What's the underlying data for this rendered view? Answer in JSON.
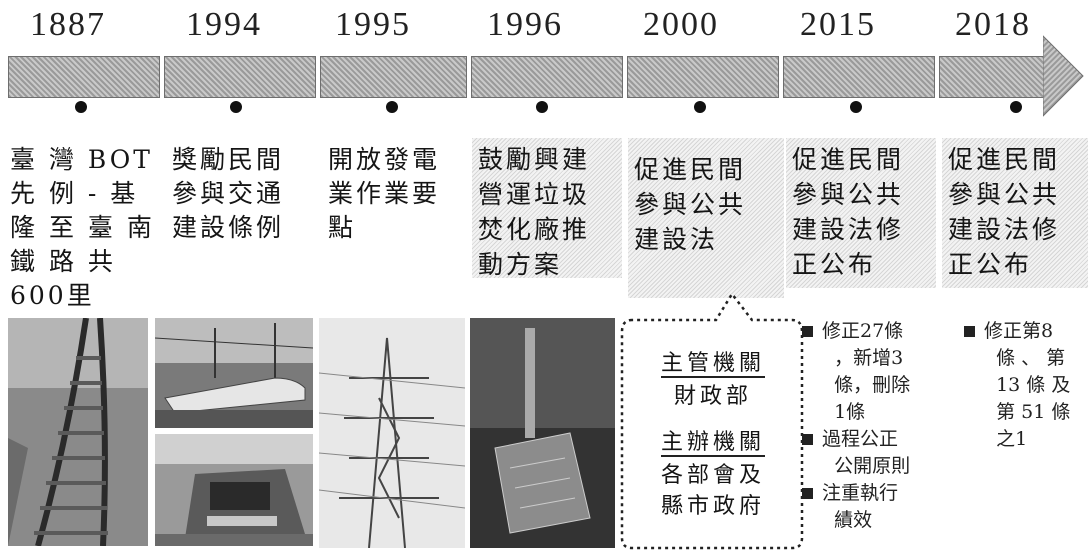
{
  "timeline": {
    "milestones": [
      {
        "year": "1887",
        "text": "臺 灣 BOT\n先 例 - 基\n隆 至 臺 南\n鐵 路 共\n600里"
      },
      {
        "year": "1994",
        "text": "獎勵民間\n參與交通\n建設條例"
      },
      {
        "year": "1995",
        "text": "開放發電\n業作業要\n點"
      },
      {
        "year": "1996",
        "text": "鼓勵興建\n營運垃圾\n焚化廠推\n動方案"
      },
      {
        "year": "2000",
        "text": "促進民間\n參與公共\n建設法"
      },
      {
        "year": "2015",
        "text": "促進民間\n參與公共\n建設法修\n正公布"
      },
      {
        "year": "2018",
        "text": "促進民間\n參與公共\n建設法修\n正公布"
      }
    ]
  },
  "callout": {
    "authority_label": "主管機關",
    "authority_value": "財政部",
    "organizer_label": "主辦機關",
    "organizer_value_line1": "各部會及",
    "organizer_value_line2": "縣市政府"
  },
  "notes_2015": [
    "修正27條\n  ，新增3\n  條，刪除\n  1條",
    "過程公正\n  公開原則",
    "注重執行\n  績效"
  ],
  "notes_2018": [
    "修正第8\n  條 、 第\n  13 條 及\n  第 51 條\n  之1"
  ]
}
